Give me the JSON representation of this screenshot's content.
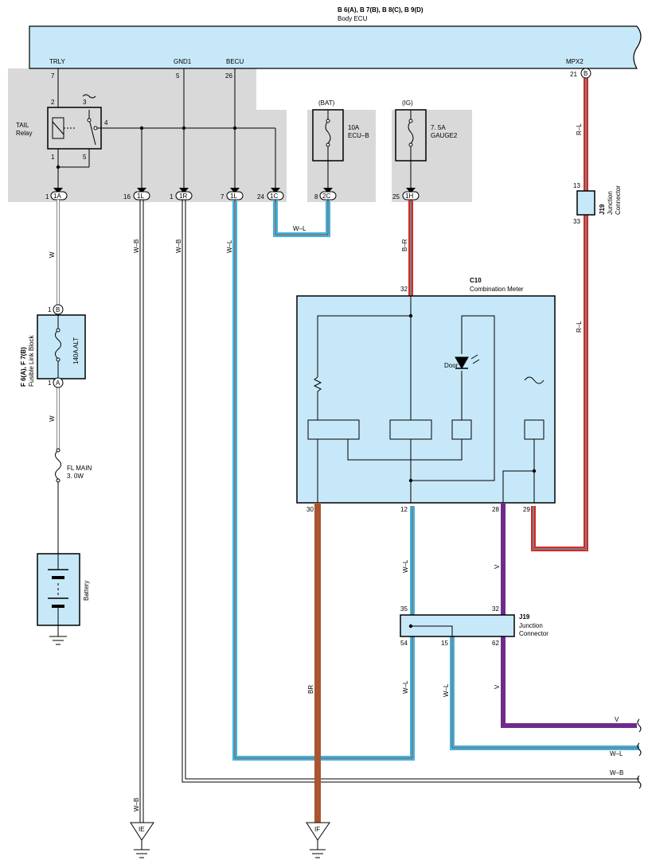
{
  "ecu": {
    "codes": "B 6(A), B 7(B), B 8(C), B 9(D)",
    "name": "Body ECU",
    "terminals": {
      "trly": "TRLY",
      "gnd1": "GND1",
      "becu": "BECU",
      "mpx2": "MPX2",
      "pin_trly": "7",
      "pin_gnd1": "5",
      "pin_becu": "26",
      "pin_mpx2": "21",
      "conn_mpx2": "B"
    }
  },
  "relay": {
    "name_line1": "TAIL",
    "name_line2": "Relay",
    "pins": [
      "2",
      "3",
      "4",
      "1",
      "5"
    ]
  },
  "fuses": {
    "bat_label": "(BAT)",
    "bat_rating": "10A",
    "bat_name": "ECU–B",
    "ig_label": "(IG)",
    "ig_rating": "7. 5A",
    "ig_name": "GAUGE2"
  },
  "connectors": {
    "c1a_pin": "1",
    "c1a": "1A",
    "c1l_pin": "16",
    "c1l": "1L",
    "c1r_pin": "1",
    "c1r": "1R",
    "c1l2_pin": "7",
    "c1l2": "1L",
    "c1c_pin": "24",
    "c1c": "1C",
    "c2c_pin": "8",
    "c2c": "2C",
    "c1h_pin": "25",
    "c1h": "1H"
  },
  "j19_top": {
    "code": "J19",
    "line1": "Junction",
    "line2": "Connector",
    "pin_in": "13",
    "pin_out": "33"
  },
  "j19_mid": {
    "code": "J19",
    "line1": "Junction",
    "line2": "Connector",
    "pin_35": "35",
    "pin_32": "32",
    "pin_54": "54",
    "pin_15": "15",
    "pin_62": "62"
  },
  "fusible": {
    "code": "F 6(A), F 7(B)",
    "name": "Fusible Link Block",
    "rating": "140A ALT",
    "pin_top": "1",
    "conn_top": "B",
    "pin_bot": "1",
    "conn_bot": "A"
  },
  "fl_main": {
    "name": "FL MAIN",
    "rating": "3. 0W"
  },
  "battery": {
    "name": "Battery"
  },
  "meter": {
    "code": "C10",
    "name": "Combination Meter",
    "pin_top": "32",
    "pin_30": "30",
    "pin_12": "12",
    "pin_28": "28",
    "pin_29": "29",
    "door": "Door"
  },
  "wires": {
    "w_top": "W",
    "w_bot": "W",
    "wb_a": "W–B",
    "wb_b": "W–B",
    "wl_a": "W–L",
    "wl_link": "W–L",
    "br_top": "B–R",
    "rl_a": "R–L",
    "rl_b": "R–L",
    "wl_meter": "W–L",
    "v_a": "V",
    "v_b": "V",
    "br": "BR",
    "wl_c": "W–L",
    "wl_d": "W–L",
    "wb_bottom": "W–B",
    "out_v": "V",
    "out_wl": "W–L",
    "out_wb": "W–B"
  },
  "grounds": {
    "ie": "IE",
    "if": "IF"
  },
  "colors": {
    "module_fill": "#c7e8f8",
    "shaded_area": "#d9d9d9",
    "red": "#d62828",
    "blue": "#3ab4e6",
    "brown": "#a85530",
    "violet": "#6f2a8f"
  }
}
